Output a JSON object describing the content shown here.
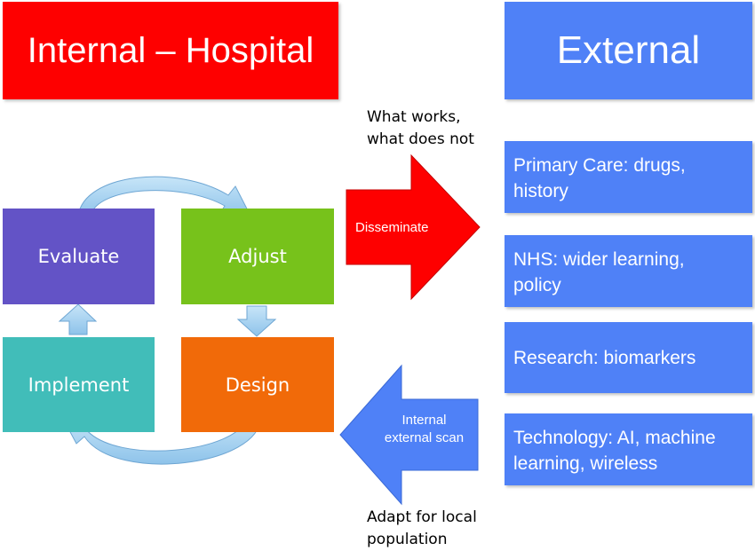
{
  "internal_header": "Internal – Hospital",
  "external_header": "External",
  "cycle": {
    "evaluate": "Evaluate",
    "adjust": "Adjust",
    "implement": "Implement",
    "design": "Design"
  },
  "disseminate_label": "Disseminate",
  "scan_label_line1": "Internal",
  "scan_label_line2": "external scan",
  "note_top_line1": "What works,",
  "note_top_line2": "what does not",
  "note_bottom_line1": "Adapt for local",
  "note_bottom_line2": "population",
  "external_items": [
    {
      "line1": "Primary Care: drugs,",
      "line2": "history"
    },
    {
      "line1": "NHS: wider learning,",
      "line2": "policy"
    },
    {
      "line1": "Research: biomarkers",
      "line2": ""
    },
    {
      "line1": "Technology: AI, machine",
      "line2": "learning, wireless"
    }
  ],
  "colors": {
    "red": "#fe0000",
    "blue": "#4f81f7",
    "evaluate": "#6353c6",
    "adjust": "#77c21b",
    "implement": "#41bdb9",
    "design": "#f16a09",
    "cycle_arrow": "#a9d3ef"
  }
}
